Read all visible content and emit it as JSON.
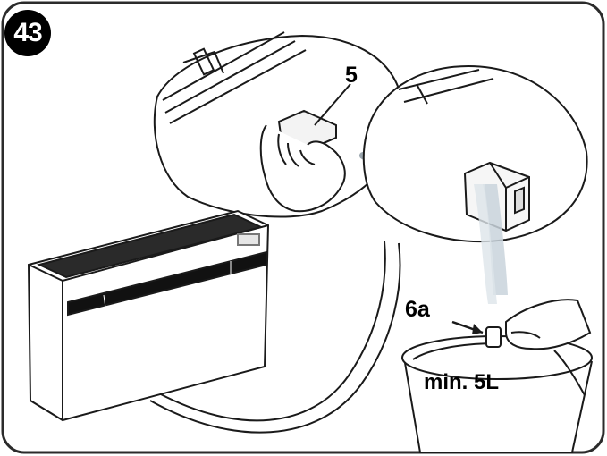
{
  "step": {
    "number": "43"
  },
  "callouts": {
    "filter_part": "5",
    "drain_plug": "6a",
    "container_volume": "min. 5L"
  },
  "colors": {
    "ink": "#1a1a1a",
    "badge": "#000000",
    "panel_border": "#2b2b2b",
    "water": "#c9d4dc"
  },
  "icons": {
    "step_badge": "circle-badge"
  }
}
